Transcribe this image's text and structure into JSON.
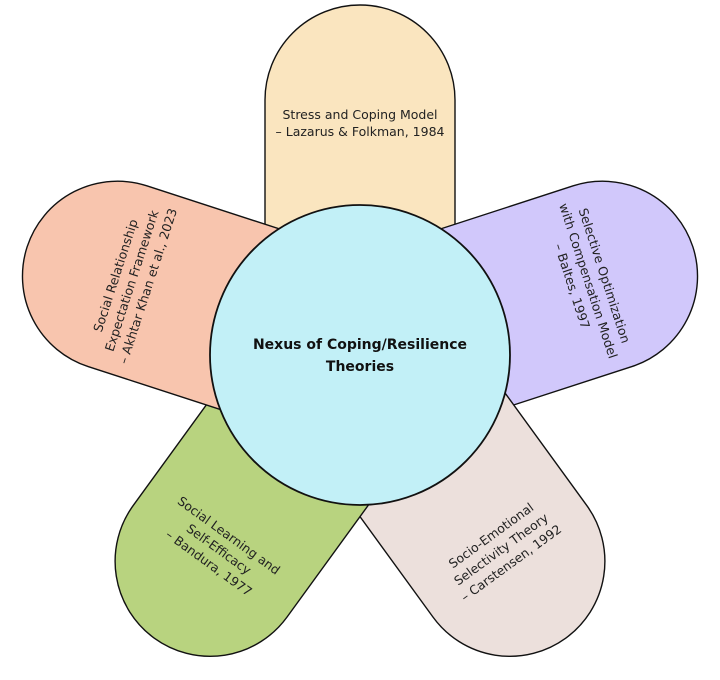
{
  "center": {
    "lines": [
      "Nexus of Coping/Resilience",
      "Theories"
    ],
    "color": "#c2f0f7"
  },
  "petals": [
    {
      "id": "stress-coping",
      "lines": [
        "Stress and Coping Model",
        "– Lazarus & Folkman, 1984"
      ],
      "color": "#fae5bf"
    },
    {
      "id": "selective-optimization",
      "lines": [
        "Selective Optimization",
        "with Compensation Model",
        "– Baltes, 1997"
      ],
      "color": "#d1c8fb"
    },
    {
      "id": "socio-emotional",
      "lines": [
        "Socio-Emotional",
        "Selectivity Theory",
        "– Carstensen, 1992"
      ],
      "color": "#ece0dc"
    },
    {
      "id": "social-learning",
      "lines": [
        "Social Learning and",
        "Self-Efficacy",
        "– Bandura, 1977"
      ],
      "color": "#b8d37f"
    },
    {
      "id": "social-relationship",
      "lines": [
        "Social Relationship",
        "Expectation Framework",
        "– Akhtar Khan et al., 2023"
      ],
      "color": "#f8c5ae"
    }
  ]
}
